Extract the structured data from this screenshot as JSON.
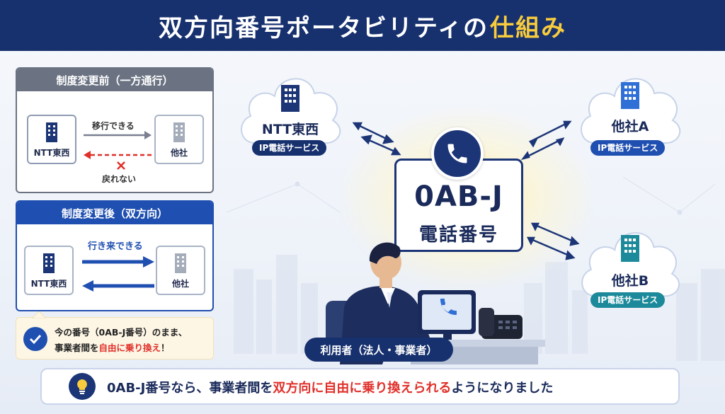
{
  "header": {
    "title": "双方向番号ポータビリティの",
    "title_accent": "仕組み"
  },
  "before_panel": {
    "title": "制度変更前（一方通行）",
    "left_box": "NTT東西",
    "right_box": "他社",
    "top_arrow_label": "移行できる",
    "bottom_arrow_label": "戻れない"
  },
  "after_panel": {
    "title": "制度変更後（双方向）",
    "left_box": "NTT東西",
    "right_box": "他社",
    "arrow_label": "行き来できる"
  },
  "callout": {
    "line1": "今の番号（0AB-J番号）のまま、",
    "line2_pre": "事業者間を",
    "line2_accent": "自由に乗り換え",
    "line2_post": "！"
  },
  "carriers": {
    "ntt": {
      "name": "NTT東西",
      "service": "IP電話サービス"
    },
    "a": {
      "name": "他社A",
      "service": "IP電話サービス"
    },
    "b": {
      "name": "他社B",
      "service": "IP電話サービス"
    }
  },
  "center": {
    "number_type": "0AB-J",
    "label": "電話番号"
  },
  "user": {
    "label": "利用者（法人・事業者）"
  },
  "bottom": {
    "pre": "0AB-J番号なら、事業者間を",
    "accent": "双方向に自由に乗り換えられる",
    "post": "ようになりました"
  },
  "colors": {
    "navy": "#17306e",
    "accent_yellow": "#f8cc3c",
    "red": "#e0302a",
    "blue": "#1f4fb0",
    "teal": "#1c8a9a"
  }
}
